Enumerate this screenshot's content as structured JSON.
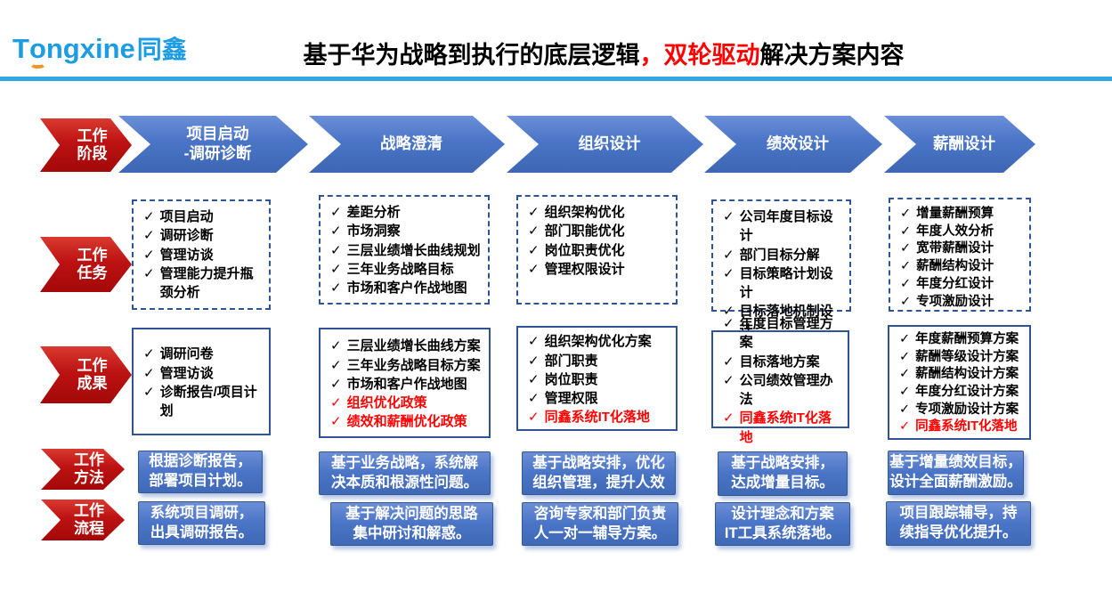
{
  "colors": {
    "accent_blue": "#4472C4",
    "accent_red": "#C00000",
    "divider_blue": "#2FA8E1",
    "logo_blue": "#1B9CE3",
    "logo_orange": "#F7931E",
    "highlight_text_red": "#FF0000",
    "box_border_blue": "#2F5496"
  },
  "icons": {
    "check": "✓"
  },
  "header": {
    "logo": {
      "part1": "T",
      "o": "o",
      "part2": "ngxine",
      "cjk": "同鑫"
    },
    "title": {
      "prefix": "基于华为战略到执行的底层逻辑",
      "highlight": "，双轮驱动",
      "suffix": "解决方案内容"
    }
  },
  "row_labels": {
    "stage": "工作\n阶段",
    "tasks": "工作\n任务",
    "results": "工作\n成果",
    "method": "工作\n方法",
    "process": "工作\n流程"
  },
  "columns": [
    {
      "stage": "项目启动\n-调研诊断",
      "tasks": [
        {
          "text": "项目启动",
          "red": false
        },
        {
          "text": "调研诊断",
          "red": false
        },
        {
          "text": "管理访谈",
          "red": false
        },
        {
          "text": "管理能力提升瓶颈分析",
          "red": false
        }
      ],
      "results": [
        {
          "text": "调研问卷",
          "red": false
        },
        {
          "text": "管理访谈",
          "red": false
        },
        {
          "text": "诊断报告/项目计划",
          "red": false
        }
      ],
      "method": "根据诊断报告，\n部署项目计划。",
      "process": "系统项目调研，\n出具调研报告。"
    },
    {
      "stage": "战略澄清",
      "tasks": [
        {
          "text": "差距分析",
          "red": false
        },
        {
          "text": "市场洞察",
          "red": false
        },
        {
          "text": "三层业绩增长曲线规划",
          "red": false
        },
        {
          "text": "三年业务战略目标",
          "red": false
        },
        {
          "text": "市场和客户作战地图",
          "red": false
        }
      ],
      "results": [
        {
          "text": "三层业绩增长曲线方案",
          "red": false
        },
        {
          "text": "三年业务战略目标方案",
          "red": false
        },
        {
          "text": "市场和客户作战地图",
          "red": false
        },
        {
          "text": "组织优化政策",
          "red": true
        },
        {
          "text": "绩效和薪酬优化政策",
          "red": true
        }
      ],
      "method": "基于业务战略，系统解\n决本质和根源性问题。",
      "process": "基于解决问题的思路\n集中研讨和解惑。"
    },
    {
      "stage": "组织设计",
      "tasks": [
        {
          "text": "组织架构优化",
          "red": false
        },
        {
          "text": "部门职能优化",
          "red": false
        },
        {
          "text": "岗位职责优化",
          "red": false
        },
        {
          "text": "管理权限设计",
          "red": false
        }
      ],
      "results": [
        {
          "text": "组织架构优化方案",
          "red": false
        },
        {
          "text": "部门职责",
          "red": false
        },
        {
          "text": "岗位职责",
          "red": false
        },
        {
          "text": "管理权限",
          "red": false
        },
        {
          "text": "同鑫系统IT化落地",
          "red": true
        }
      ],
      "method": "基于战略安排，优化\n组织管理，提升人效",
      "process": "咨询专家和部门负责\n人一对一辅导方案。"
    },
    {
      "stage": "绩效设计",
      "tasks": [
        {
          "text": "公司年度目标设计",
          "red": false
        },
        {
          "text": "部门目标分解",
          "red": false
        },
        {
          "text": "目标策略计划设计",
          "red": false
        },
        {
          "text": "目标落地机制设计",
          "red": false
        },
        {
          "text": "绩效考核机制设计",
          "red": false
        }
      ],
      "results": [
        {
          "text": "年度目标管理方案",
          "red": false
        },
        {
          "text": "目标落地方案",
          "red": false
        },
        {
          "text": "公司绩效管理办法",
          "red": false
        },
        {
          "text": "同鑫系统IT化落地",
          "red": true
        }
      ],
      "method": "基于战略安排，\n达成增量目标。",
      "process": "设计理念和方案\nIT工具系统落地。"
    },
    {
      "stage": "薪酬设计",
      "tasks": [
        {
          "text": "增量薪酬预算",
          "red": false
        },
        {
          "text": "年度人效分析",
          "red": false
        },
        {
          "text": "宽带薪酬设计",
          "red": false
        },
        {
          "text": "薪酬结构设计",
          "red": false
        },
        {
          "text": "年度分红设计",
          "red": false
        },
        {
          "text": "专项激励设计",
          "red": false
        }
      ],
      "results": [
        {
          "text": "年度薪酬预算方案",
          "red": false
        },
        {
          "text": "薪酬等级设计方案",
          "red": false
        },
        {
          "text": "薪酬结构设计方案",
          "red": false
        },
        {
          "text": "年度分红设计方案",
          "red": false
        },
        {
          "text": "专项激励设计方案",
          "red": false
        },
        {
          "text": "同鑫系统IT化落地",
          "red": true
        }
      ],
      "method": "基于增量绩效目标，\n设计全面薪酬激励。",
      "process": "项目跟踪辅导，持\n续指导优化提升。"
    }
  ]
}
